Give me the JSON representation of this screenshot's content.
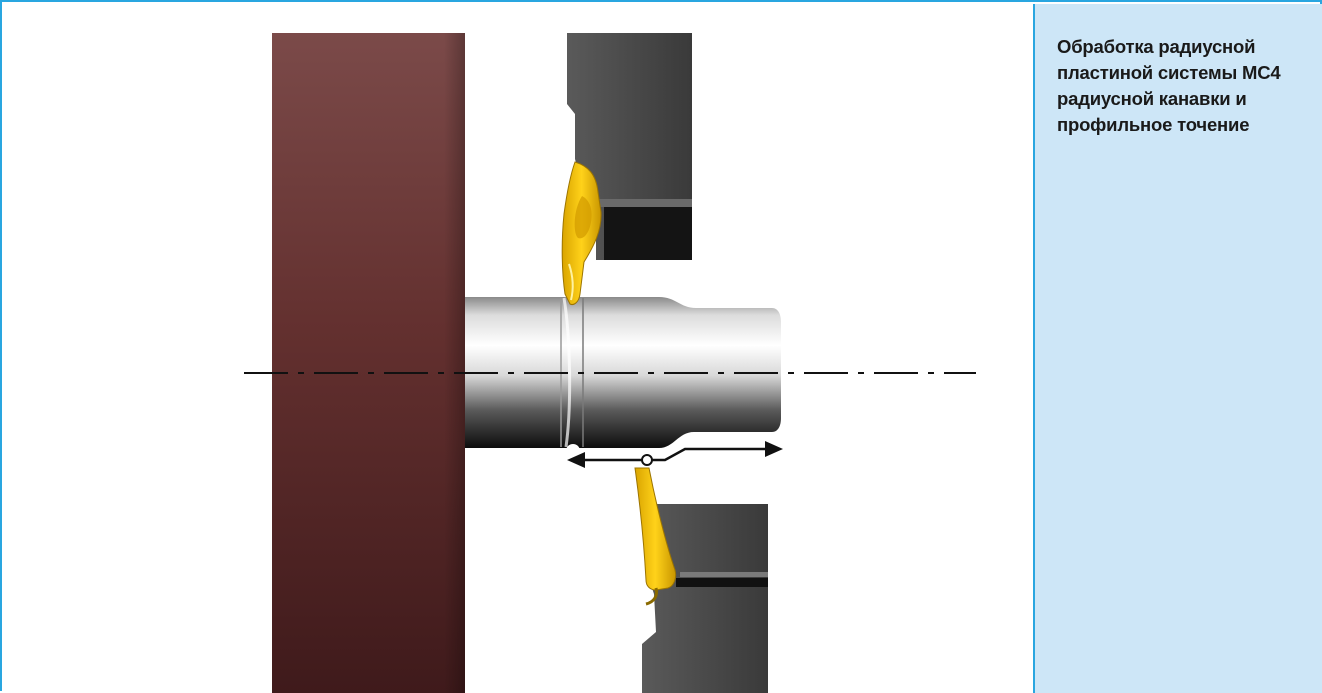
{
  "caption": {
    "lines": [
      "Обработка радиусной",
      "пластиной системы MC4",
      "радиусной канавки и",
      "профильное точение"
    ]
  },
  "colors": {
    "frame_border": "#29a6e0",
    "panel_background": "#cde6f7",
    "chuck": "#6b3a3a",
    "insert": "#f2c200",
    "holder": "#4a4a4a"
  },
  "icons": {
    "chuck": "lathe-chuck",
    "workpiece": "cylindrical-workpiece",
    "upper_tool": "grooving-tool-holder",
    "lower_tool": "profiling-tool-holder",
    "motion": "double-headed-arrow",
    "axis": "centerline"
  }
}
